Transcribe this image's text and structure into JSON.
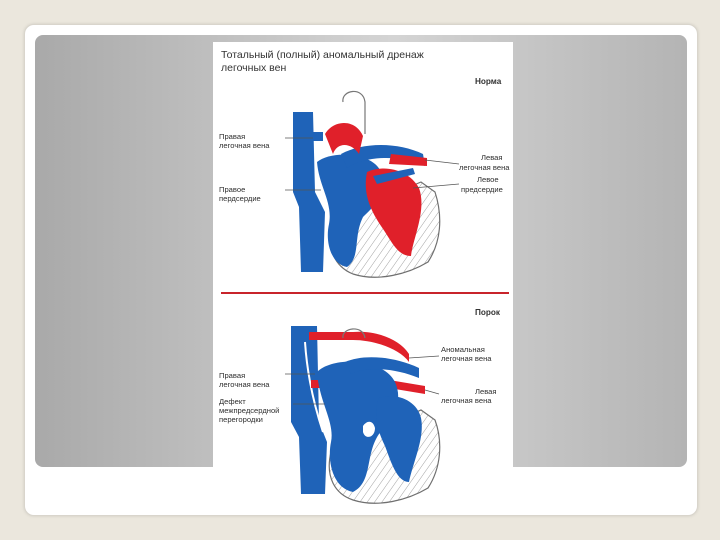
{
  "figure": {
    "title_line1": "Тотальный (полный) аномальный дренаж",
    "title_line2": "легочных вен",
    "normal": {
      "heading": "Норма",
      "labels": {
        "right_vein_1": "Правая",
        "right_vein_2": "легочная вена",
        "right_atrium_1": "Правое",
        "right_atrium_2": "пердсердие",
        "left_vein_1": "Левая",
        "left_vein_2": "легочная вена",
        "left_atrium_1": "Левое",
        "left_atrium_2": "предсердие"
      }
    },
    "defect": {
      "heading": "Порок",
      "labels": {
        "right_vein_1": "Правая",
        "right_vein_2": "легочная вена",
        "septal_defect_1": "Дефект",
        "septal_defect_2": "межпредсердной",
        "septal_defect_3": "перегородки",
        "anomalous_vein_1": "Аномальная",
        "anomalous_vein_2": "легочная вена",
        "left_vein_1": "Левая",
        "left_vein_2": "легочная вена"
      }
    }
  },
  "colors": {
    "oxygenated": "#e0202a",
    "deoxygenated": "#1f63b8",
    "divider": "#c8242b"
  }
}
